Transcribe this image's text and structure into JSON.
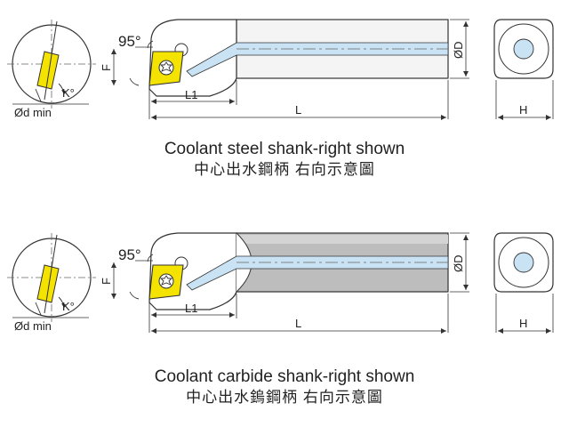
{
  "colors": {
    "insert": "#f4e300",
    "coolant": "#c9e3f4",
    "steel_shank": "#f4f4f4",
    "carbide_shank": "#bdbdbd",
    "outline": "#333333"
  },
  "icons": [
    "insert-screw-icon",
    "coolant-hole-icon"
  ],
  "diagrams": [
    {
      "angle_label": "95°",
      "dim_F": "F",
      "dim_L1": "L1",
      "dim_L": "L",
      "dim_D": "ØD",
      "dim_H": "H",
      "dim_K": "K°",
      "dim_d": "Ød min",
      "caption_en": "Coolant steel shank-right shown",
      "caption_zh": "中心出水鋼柄  右向示意圖"
    },
    {
      "angle_label": "95°",
      "dim_F": "F",
      "dim_L1": "L1",
      "dim_L": "L",
      "dim_D": "ØD",
      "dim_H": "H",
      "dim_K": "K°",
      "dim_d": "Ød min",
      "caption_en": "Coolant carbide shank-right shown",
      "caption_zh": "中心出水鎢鋼柄  右向示意圖"
    }
  ]
}
